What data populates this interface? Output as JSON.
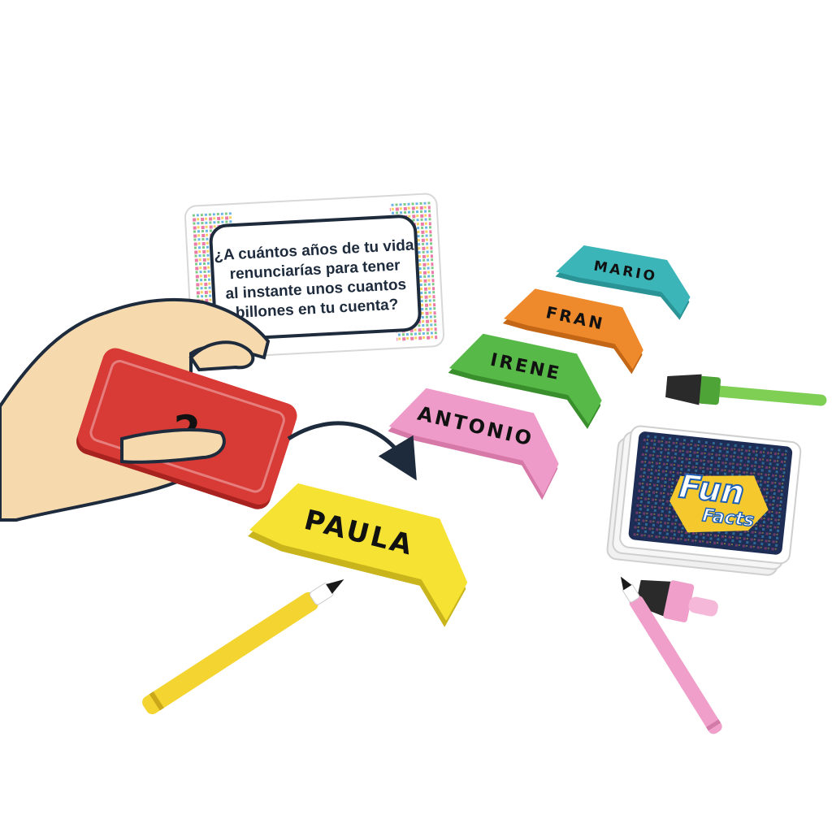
{
  "question_card": {
    "lines": [
      "¿A cuántos años de tu vida",
      "renunciarías para tener",
      "al instante unos cuantos",
      "billones en tu cuenta?"
    ]
  },
  "held_tile": {
    "number": "2",
    "color": "#d83a36"
  },
  "name_tiles": [
    {
      "name": "MARIO",
      "color": "#3bb5b8"
    },
    {
      "name": "FRAN",
      "color": "#ef8a2c"
    },
    {
      "name": "IRENE",
      "color": "#57b947"
    },
    {
      "name": "ANTONIO",
      "color": "#ef9bc9"
    },
    {
      "name": "PAULA",
      "color": "#f5e232"
    }
  ],
  "card_deck": {
    "logo_top": "Fun",
    "logo_bottom": "Facts",
    "background": "#1e2d55"
  },
  "markers": [
    {
      "color": "#f3d430",
      "icon": "yellow-marker"
    },
    {
      "color": "#ef9fc9",
      "icon": "pink-marker"
    },
    {
      "color": "#6cc04a",
      "icon": "green-marker"
    }
  ]
}
